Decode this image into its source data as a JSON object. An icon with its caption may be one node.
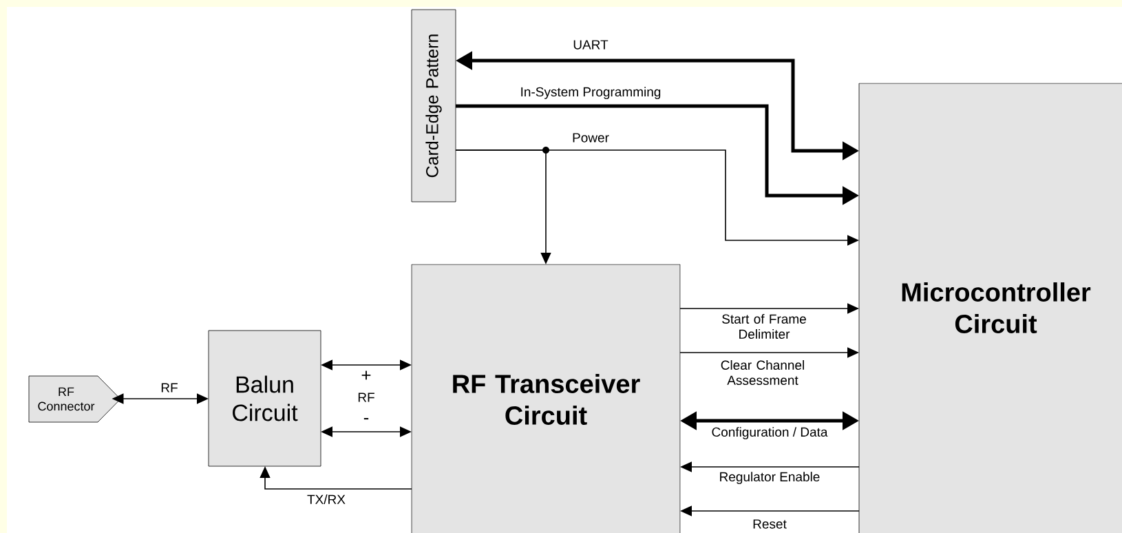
{
  "diagram": {
    "nodes": [
      {
        "text": [
          "RF Connector"
        ]
      },
      {
        "text": [
          "Balun Circuit"
        ]
      },
      {
        "text": [
          "RF Transceiver Circuit"
        ]
      },
      {
        "text": [
          "Card-Edge Pattern"
        ]
      },
      {
        "text": [
          "Microcontroller Circuit"
        ]
      }
    ],
    "edges": [
      {
        "from": 0,
        "to": 1,
        "arrow": "both",
        "label": "RF"
      },
      {
        "from": 1,
        "to": 2,
        "arrow": "both",
        "label": "+"
      },
      {
        "from": 1,
        "to": 2,
        "arrow": "both",
        "label": "-"
      },
      {
        "from": 2,
        "to": 1,
        "arrow": "to",
        "label": "TX/RX"
      },
      {
        "from": 4,
        "to": 3,
        "arrow": "both",
        "label": "UART",
        "style": "thick"
      },
      {
        "from": 3,
        "to": 4,
        "arrow": "to",
        "label": "In-System Programming",
        "style": "thick"
      },
      {
        "from": 3,
        "to": 4,
        "arrow": "to",
        "label": "Power"
      },
      {
        "from": 3,
        "to": 2,
        "arrow": "to"
      },
      {
        "from": 2,
        "to": 4,
        "arrow": "to",
        "label": "Start of Frame Delimiter"
      },
      {
        "from": 2,
        "to": 4,
        "arrow": "to",
        "label": "Clear Channel Assessment"
      },
      {
        "from": 2,
        "to": 4,
        "arrow": "both",
        "label": "Configuration / Data",
        "style": "thick"
      },
      {
        "from": 4,
        "to": 2,
        "arrow": "to",
        "label": "Regulator Enable"
      },
      {
        "from": 4,
        "to": 2,
        "arrow": "to",
        "label": "Reset"
      }
    ],
    "labels": [
      "RF"
    ]
  }
}
